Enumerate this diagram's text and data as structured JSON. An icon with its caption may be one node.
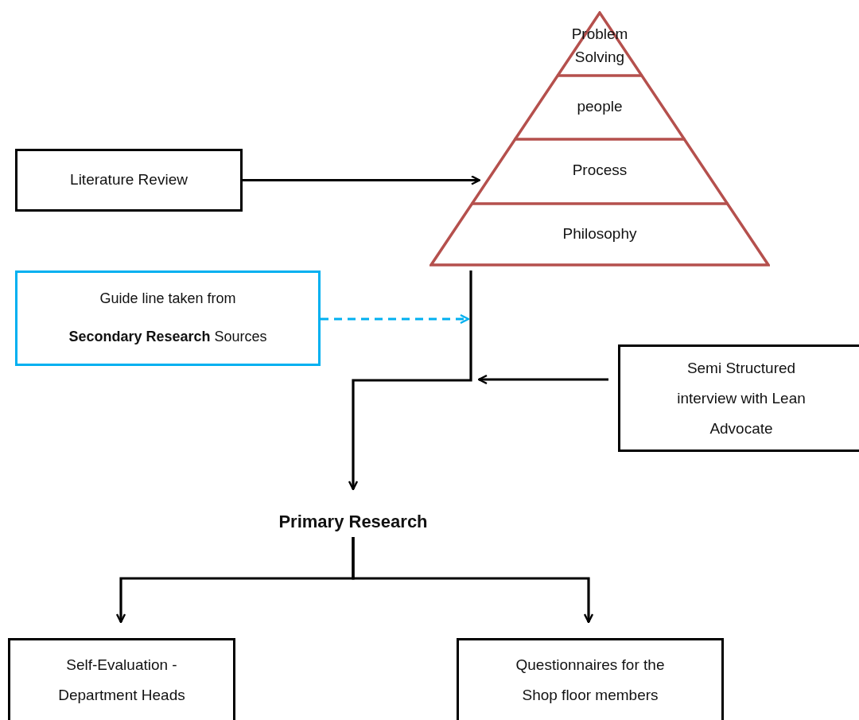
{
  "diagram": {
    "nodes": [
      {
        "text": [
          "Literature Review"
        ]
      },
      {
        "text": [],
        "shape": "triangle"
      },
      {
        "text": [
          "Problem Solving"
        ],
        "in": 1
      },
      {
        "text": [
          "people"
        ],
        "in": 1
      },
      {
        "text": [
          "Process"
        ],
        "in": 1
      },
      {
        "text": [
          "Philosophy"
        ],
        "in": 1
      },
      {
        "text": [
          "Guide line taken from **Secondary Research** Sources"
        ]
      },
      {
        "text": [
          "Semi Structured interview with Lean Advocate"
        ]
      },
      {
        "text": [
          "Primary Research"
        ]
      },
      {
        "text": [
          "Self-Evaluation - Department Heads"
        ]
      },
      {
        "text": [
          "Questionnaires for the Shop floor members"
        ]
      }
    ],
    "edges": [
      {
        "from": 0,
        "to": 1,
        "arrow": "to"
      },
      {
        "from": 1,
        "to": 8,
        "arrow": "to"
      },
      {
        "from": 6,
        "to": null,
        "arrow": "to",
        "style": "dashed",
        "color": "#00b0f0"
      },
      {
        "from": 7,
        "to": null,
        "arrow": "to"
      },
      {
        "from": 8,
        "to": 9,
        "arrow": "to"
      },
      {
        "from": 8,
        "to": 10,
        "arrow": "to"
      }
    ]
  }
}
